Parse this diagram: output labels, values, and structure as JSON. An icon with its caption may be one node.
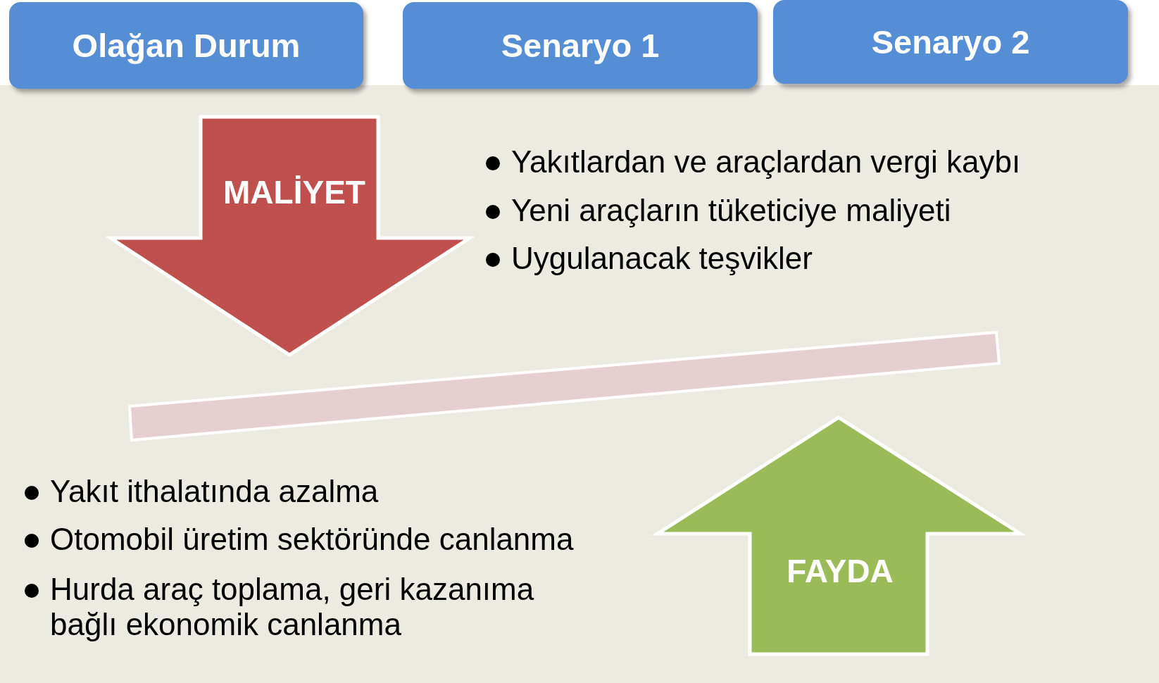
{
  "diagram": {
    "nodes": [
      {
        "text": [
          "Olağan Durum"
        ]
      },
      {
        "text": [
          "Senaryo 1"
        ]
      },
      {
        "text": [
          "Senaryo 2"
        ]
      },
      {
        "text": [
          "MALİYET"
        ]
      },
      {
        "text": [],
        "shape": "bar"
      },
      {
        "text": [
          "FAYDA"
        ]
      }
    ],
    "edges": [],
    "labels": [
      "Yakıtlardan ve araçlardan vergi kaybı",
      "Yeni araçların tüketiciye maliyeti",
      "Uygulanacak teşvikler",
      "Yakıt ithalatında azalma",
      "Otomobil üretim sektöründe canlanma",
      "Hurda araç toplama, geri kazanıma bağlı ekonomik canlanma"
    ]
  }
}
